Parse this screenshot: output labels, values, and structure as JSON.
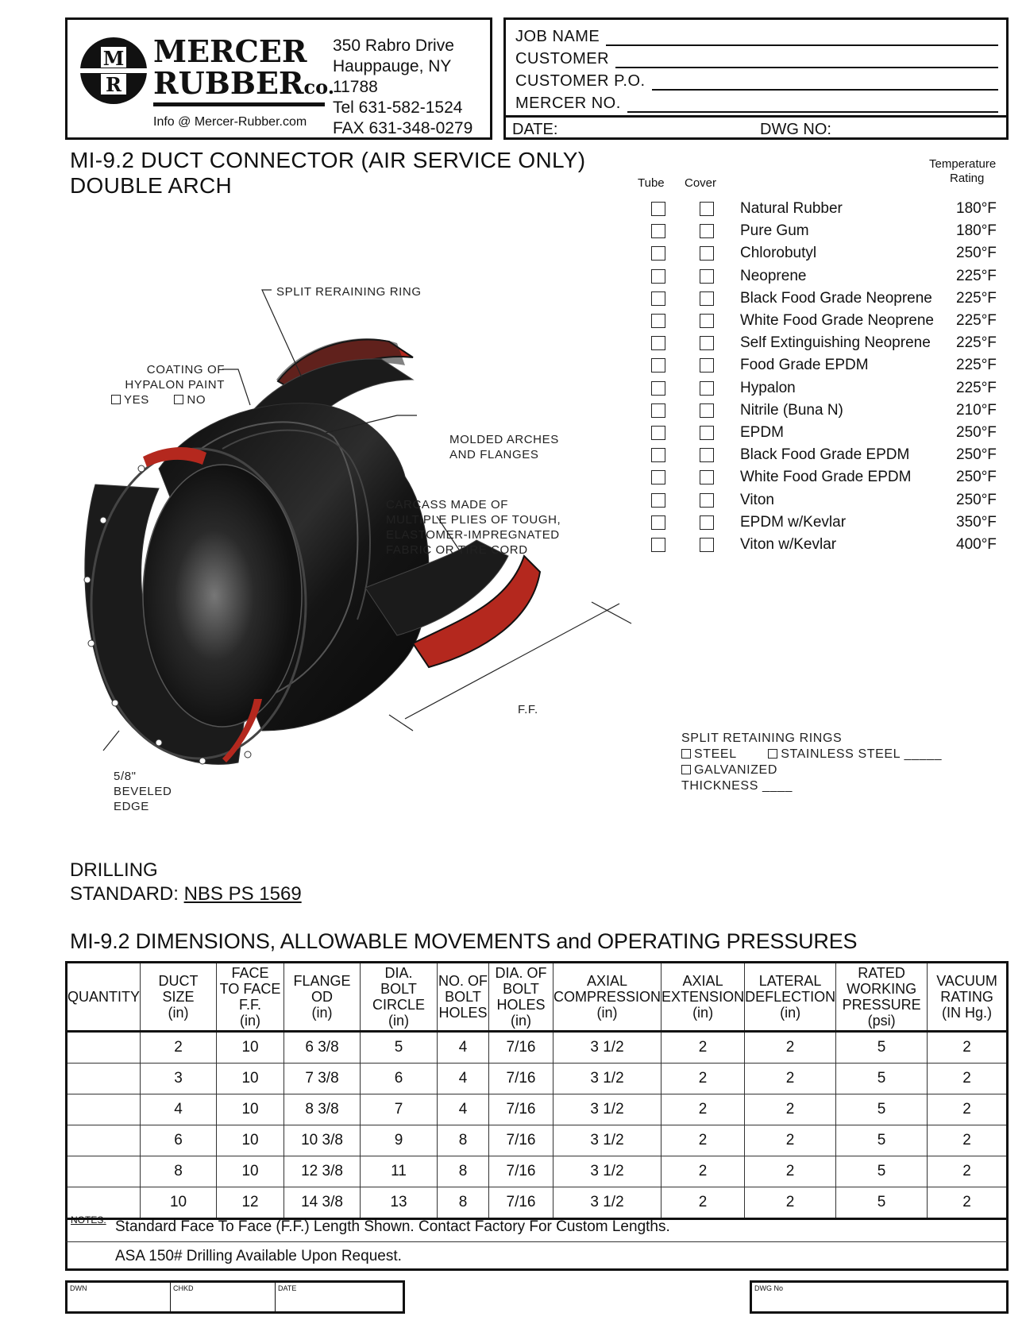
{
  "header": {
    "logo_letters": [
      "M",
      "R"
    ],
    "company_line1": "MERCER",
    "company_line2": "RUBBER",
    "company_suffix": "co.",
    "address_lines": [
      "350 Rabro Drive",
      "Hauppauge, NY 11788",
      "Tel 631-582-1524",
      "FAX 631-348-0279"
    ],
    "email": "Info @ Mercer-Rubber.com",
    "job_fields": [
      "JOB NAME",
      "CUSTOMER",
      "CUSTOMER P.O.",
      "MERCER NO."
    ],
    "date_label": "DATE:",
    "dwg_label": "DWG NO:"
  },
  "title": {
    "line1": "MI-9.2 DUCT CONNECTOR (AIR SERVICE ONLY)",
    "line2": "DOUBLE ARCH"
  },
  "materials": {
    "tube_label": "Tube",
    "cover_label": "Cover",
    "temp_label_1": "Temperature",
    "temp_label_2": "Rating",
    "items": [
      {
        "name": "Natural Rubber",
        "temp": "180°F"
      },
      {
        "name": "Pure Gum",
        "temp": "180°F"
      },
      {
        "name": "Chlorobutyl",
        "temp": "250°F"
      },
      {
        "name": "Neoprene",
        "temp": "225°F"
      },
      {
        "name": "Black Food Grade Neoprene",
        "temp": "225°F"
      },
      {
        "name": "White Food Grade Neoprene",
        "temp": "225°F"
      },
      {
        "name": "Self Extinguishing Neoprene",
        "temp": "225°F"
      },
      {
        "name": "Food Grade EPDM",
        "temp": "225°F"
      },
      {
        "name": "Hypalon",
        "temp": "225°F"
      },
      {
        "name": "Nitrile (Buna N)",
        "temp": "210°F"
      },
      {
        "name": "EPDM",
        "temp": "250°F"
      },
      {
        "name": "Black Food Grade EPDM",
        "temp": "250°F"
      },
      {
        "name": "White Food Grade EPDM",
        "temp": "250°F"
      },
      {
        "name": "Viton",
        "temp": "250°F"
      },
      {
        "name": "EPDM w/Kevlar",
        "temp": "350°F"
      },
      {
        "name": "Viton w/Kevlar",
        "temp": "400°F"
      }
    ]
  },
  "drawing": {
    "split_ring": "SPLIT RERAINING RING",
    "coating_1": "COATING OF",
    "coating_2": "HYPALON PAINT",
    "yes": "YES",
    "no": "NO",
    "molded_1": "MOLDED ARCHES",
    "molded_2": "AND FLANGES",
    "carcass_1": "CARCASS MADE OF",
    "carcass_2": "MULTIPLE PLIES OF TOUGH,",
    "carcass_3": "ELASTOMER-IMPREGNATED",
    "carcass_4": "FABRIC OR TIRE CORD",
    "ff": "F.F.",
    "bevel_1": "5/8\"",
    "bevel_2": "BEVELED",
    "bevel_3": "EDGE"
  },
  "rings": {
    "title": "SPLIT RETAINING RINGS",
    "steel": "STEEL",
    "stainless": "STAINLESS STEEL _____",
    "galvanized": "GALVANIZED",
    "thickness": "THICKNESS ____"
  },
  "drilling": {
    "line1": "DRILLING",
    "standard_label": "STANDARD: ",
    "standard_value": "NBS PS 1569"
  },
  "table": {
    "title": "MI-9.2 DIMENSIONS, ALLOWABLE MOVEMENTS and OPERATING PRESSURES",
    "headers": [
      [
        "QUANTITY"
      ],
      [
        "DUCT",
        "SIZE",
        "(in)"
      ],
      [
        "FACE",
        "TO FACE",
        "F.F.",
        "(in)"
      ],
      [
        "FLANGE",
        "OD",
        "(in)"
      ],
      [
        "DIA.",
        "BOLT",
        "CIRCLE",
        "(in)"
      ],
      [
        "NO. OF",
        "BOLT",
        "HOLES"
      ],
      [
        "DIA. OF",
        "BOLT",
        "HOLES",
        "(in)"
      ],
      [
        "AXIAL",
        "COMPRESSION",
        "(in)"
      ],
      [
        "AXIAL",
        "EXTENSION",
        "(in)"
      ],
      [
        "LATERAL",
        "DEFLECTION",
        "(in)"
      ],
      [
        "RATED",
        "WORKING",
        "PRESSURE",
        "(psi)"
      ],
      [
        "VACUUM",
        "RATING",
        "(IN Hg.)"
      ]
    ],
    "rows": [
      [
        "",
        "2",
        "10",
        "6 3/8",
        "5",
        "4",
        "7/16",
        "3 1/2",
        "2",
        "2",
        "5",
        "2"
      ],
      [
        "",
        "3",
        "10",
        "7 3/8",
        "6",
        "4",
        "7/16",
        "3 1/2",
        "2",
        "2",
        "5",
        "2"
      ],
      [
        "",
        "4",
        "10",
        "8 3/8",
        "7",
        "4",
        "7/16",
        "3 1/2",
        "2",
        "2",
        "5",
        "2"
      ],
      [
        "",
        "6",
        "10",
        "10 3/8",
        "9",
        "8",
        "7/16",
        "3 1/2",
        "2",
        "2",
        "5",
        "2"
      ],
      [
        "",
        "8",
        "10",
        "12 3/8",
        "11",
        "8",
        "7/16",
        "3 1/2",
        "2",
        "2",
        "5",
        "2"
      ],
      [
        "",
        "10",
        "12",
        "14 3/8",
        "13",
        "8",
        "7/16",
        "3 1/2",
        "2",
        "2",
        "5",
        "2"
      ]
    ],
    "notes_label": "NOTES:",
    "note1": "Standard Face To Face (F.F.) Length Shown. Contact Factory For Custom Lengths.",
    "note2": "ASA 150# Drilling Available Upon Request."
  },
  "footer": {
    "dwn": "DWN",
    "chkd": "CHKD",
    "date": "DATE",
    "dwg": "DWG No"
  },
  "colors": {
    "rubber": "#1b1b1b",
    "rubber_highlight": "#6a6a6a",
    "flange_face": "#b4281e"
  }
}
